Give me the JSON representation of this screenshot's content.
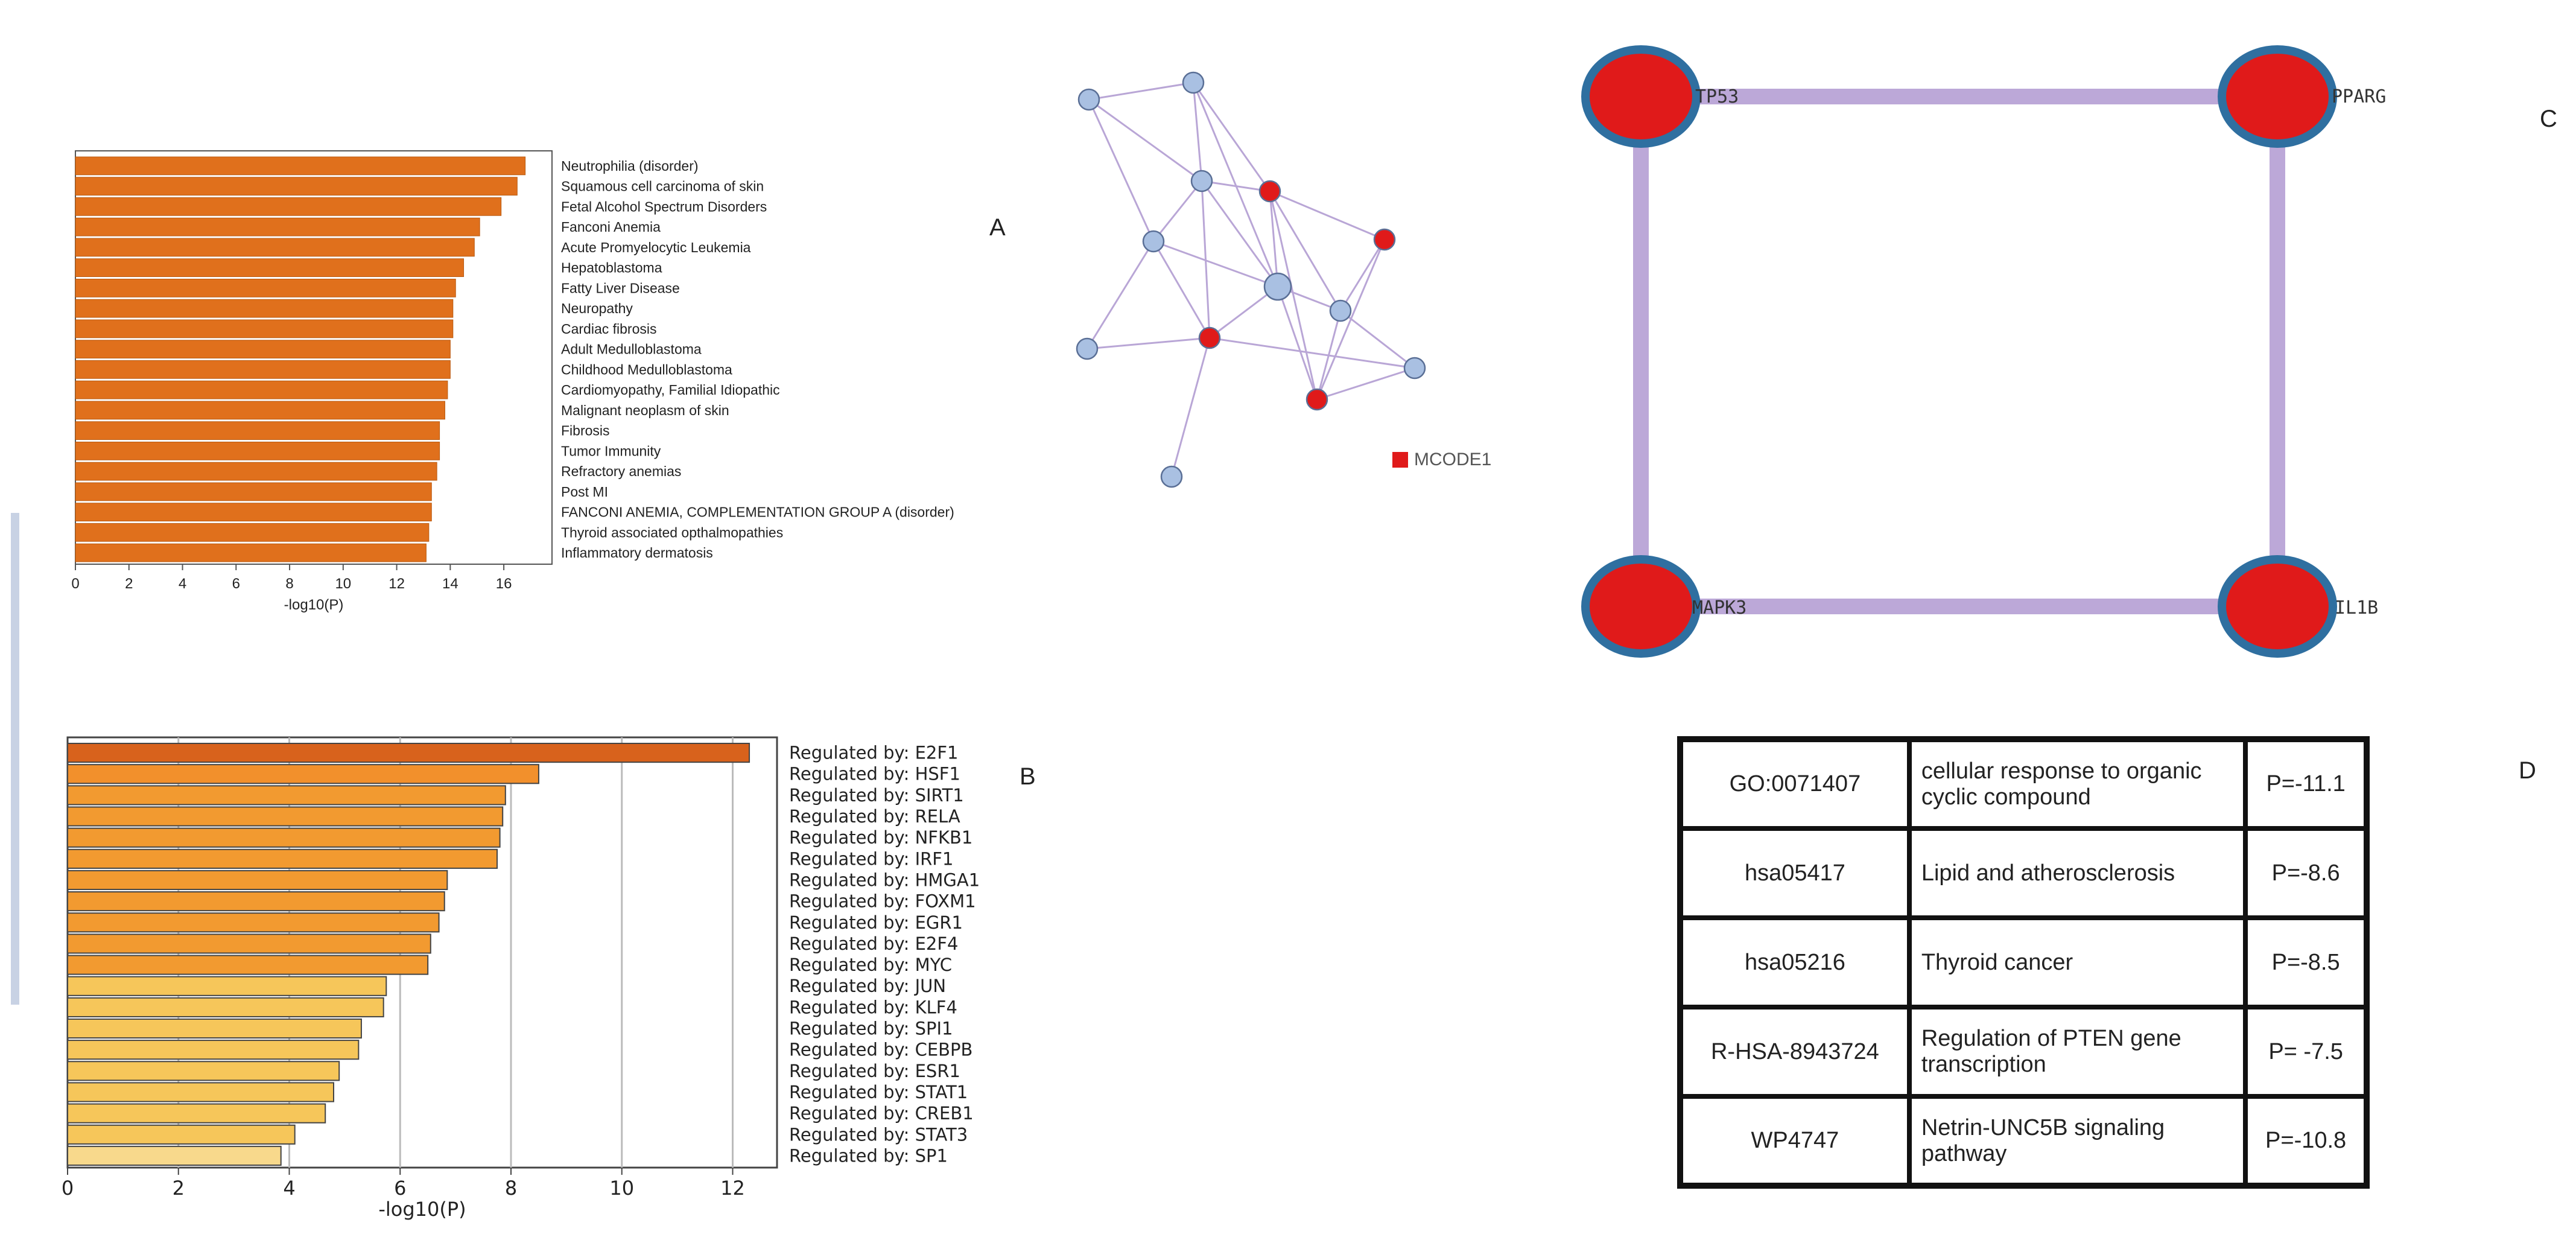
{
  "panel_labels": {
    "a": "A",
    "b": "B",
    "c": "C",
    "d": "D"
  },
  "legend": {
    "mcode": "MCODE1"
  },
  "colors": {
    "bar_a": "#e0701c",
    "node_blue": "#a9c0e2",
    "node_red": "#e01a1a",
    "edge": "#b9a6d6",
    "ppi_edge": "#bca8d8",
    "ppi_ring": "#2f6fa0"
  },
  "chart_data": [
    {
      "type": "bar",
      "orientation": "horizontal",
      "categories": [
        "Neutrophilia (disorder)",
        "Squamous cell carcinoma of skin",
        "Fetal Alcohol Spectrum Disorders",
        "Fanconi Anemia",
        "Acute Promyelocytic Leukemia",
        "Hepatoblastoma",
        "Fatty Liver Disease",
        "Neuropathy",
        "Cardiac fibrosis",
        "Adult Medulloblastoma",
        "Childhood Medulloblastoma",
        "Cardiomyopathy, Familial Idiopathic",
        "Malignant neoplasm of skin",
        "Fibrosis",
        "Tumor Immunity",
        "Refractory anemias",
        "Post MI",
        "FANCONI ANEMIA, COMPLEMENTATION GROUP A (disorder)",
        "Thyroid associated opthalmopathies",
        "Inflammatory dermatosis"
      ],
      "values": [
        16.8,
        16.5,
        15.9,
        15.1,
        14.9,
        14.5,
        14.2,
        14.1,
        14.1,
        14.0,
        14.0,
        13.9,
        13.8,
        13.6,
        13.6,
        13.5,
        13.3,
        13.3,
        13.2,
        13.1
      ],
      "xlabel": "-log10(P)",
      "xticks": [
        0,
        2,
        4,
        6,
        8,
        10,
        12,
        14,
        16
      ],
      "xlim": [
        0,
        17.8
      ],
      "grid": false
    },
    {
      "type": "bar",
      "orientation": "horizontal",
      "categories": [
        "Regulated by: E2F1",
        "Regulated by: HSF1",
        "Regulated by: SIRT1",
        "Regulated by: RELA",
        "Regulated by: NFKB1",
        "Regulated by: IRF1",
        "Regulated by: HMGA1",
        "Regulated by: FOXM1",
        "Regulated by: EGR1",
        "Regulated by: E2F4",
        "Regulated by: MYC",
        "Regulated by: JUN",
        "Regulated by: KLF4",
        "Regulated by: SPI1",
        "Regulated by: CEBPB",
        "Regulated by: ESR1",
        "Regulated by: STAT1",
        "Regulated by: CREB1",
        "Regulated by: STAT3",
        "Regulated by: SP1"
      ],
      "values": [
        12.3,
        8.5,
        7.9,
        7.85,
        7.8,
        7.75,
        6.85,
        6.8,
        6.7,
        6.55,
        6.5,
        5.75,
        5.7,
        5.3,
        5.25,
        4.9,
        4.8,
        4.65,
        4.1,
        3.85
      ],
      "xlabel": "-log10(P)",
      "xticks": [
        0,
        2,
        4,
        6,
        8,
        10,
        12
      ],
      "xlim": [
        0,
        12.8
      ],
      "grid": true
    }
  ],
  "network_a": {
    "legend": "MCODE1"
  },
  "ppi": {
    "genes": [
      "TP53",
      "PPARG",
      "MAPK3",
      "IL1B"
    ]
  },
  "table": {
    "rows": [
      {
        "id": "GO:0071407",
        "term": "cellular response to organic cyclic compound",
        "p": "P=-11.1"
      },
      {
        "id": "hsa05417",
        "term": "Lipid and atherosclerosis",
        "p": "P=-8.6"
      },
      {
        "id": "hsa05216",
        "term": "Thyroid cancer",
        "p": "P=-8.5"
      },
      {
        "id": "R-HSA-8943724",
        "term": "Regulation of PTEN gene transcription",
        "p": "P= -7.5"
      },
      {
        "id": "WP4747",
        "term": "Netrin-UNC5B signaling pathway",
        "p": "P=-10.8"
      }
    ]
  }
}
